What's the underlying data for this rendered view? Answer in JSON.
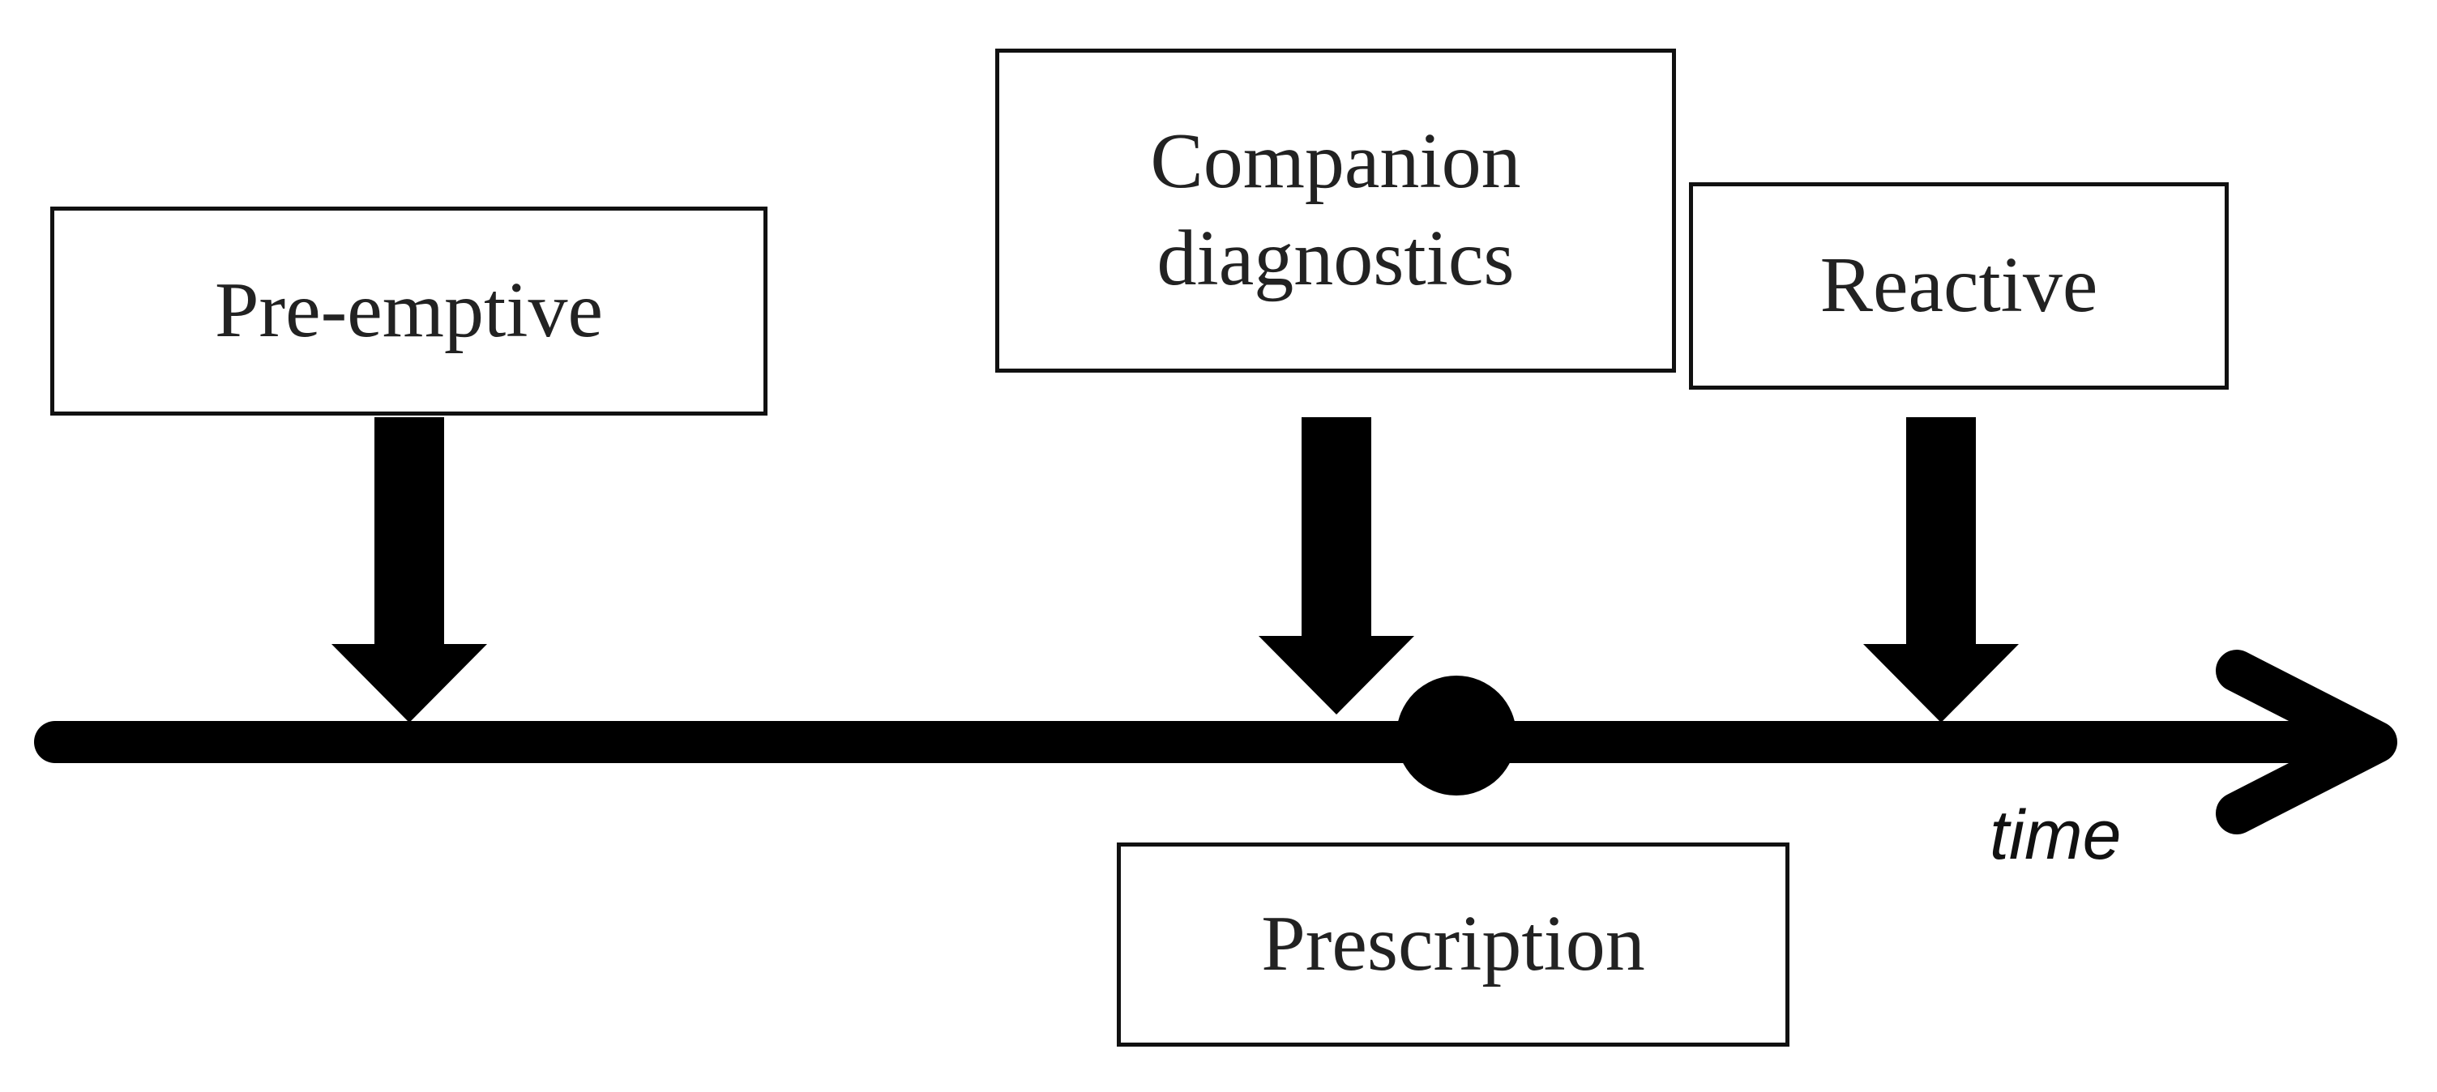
{
  "diagram": {
    "boxes": {
      "preemptive": "Pre-emptive",
      "companion_line1": "Companion",
      "companion_line2": "diagnostics",
      "reactive": "Reactive",
      "prescription": "Prescription"
    },
    "axis_label": "time",
    "colors": {
      "ink": "#000000",
      "text": "#222222",
      "background": "#ffffff"
    }
  }
}
